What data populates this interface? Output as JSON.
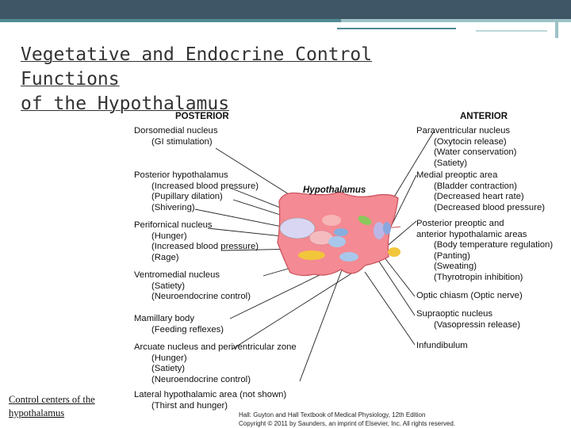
{
  "slide": {
    "title_line1": "Vegetative and Endocrine Control Functions",
    "title_line2": "of the Hypothalamus",
    "caption": "Control centers of the hypothalamus"
  },
  "figure": {
    "posterior_header": "POSTERIOR",
    "anterior_header": "ANTERIOR",
    "hypothalamus_label": "Hypothalamus",
    "posterior": [
      {
        "title": "Dorsomedial nucleus",
        "items": [
          "(GI stimulation)"
        ]
      },
      {
        "title": "Posterior hypothalamus",
        "items": [
          "(Increased blood pressure)",
          "(Pupillary dilation)",
          "(Shivering)"
        ]
      },
      {
        "title": "Perifornical nucleus",
        "items": [
          "(Hunger)",
          "(Increased blood pressure)",
          "(Rage)"
        ]
      },
      {
        "title": "Ventromedial nucleus",
        "items": [
          "(Satiety)",
          "(Neuroendocrine control)"
        ]
      },
      {
        "title": "Mamillary body",
        "items": [
          "(Feeding reflexes)"
        ]
      },
      {
        "title": "Arcuate nucleus and periventricular zone",
        "items": [
          "(Hunger)",
          "(Satiety)",
          "(Neuroendocrine control)"
        ]
      },
      {
        "title": "Lateral hypothalamic area (not shown)",
        "items": [
          "(Thirst and hunger)"
        ]
      }
    ],
    "anterior": [
      {
        "title": "Paraventricular nucleus",
        "items": [
          "(Oxytocin release)",
          "(Water conservation)",
          "(Satiety)"
        ]
      },
      {
        "title": "Medial preoptic area",
        "items": [
          "(Bladder contraction)",
          "(Decreased heart rate)",
          "(Decreased blood pressure)"
        ]
      },
      {
        "title": "Posterior preoptic and",
        "items": [
          "anterior hypothalamic areas",
          "(Body temperature regulation)",
          "(Panting)",
          "(Sweating)",
          "(Thyrotropin inhibition)"
        ]
      },
      {
        "title": "Optic chiasm (Optic nerve)",
        "items": []
      },
      {
        "title": "Supraoptic nucleus",
        "items": [
          "(Vasopressin release)"
        ]
      },
      {
        "title": "Infundibulum",
        "items": []
      }
    ],
    "credit_line1": "Hall: Guyton and Hall Textbook of Medical Physiology, 12th Edition",
    "credit_line2": "Copyright © 2011 by Saunders, an imprint of Elsevier, Inc. All rights reserved."
  },
  "colors": {
    "topbar": "#3f5666",
    "brain_fill": "#f48a93",
    "brain_stroke": "#c8505a",
    "accent_teal": "#4f8a92",
    "accent_light": "#bcd6d8"
  }
}
